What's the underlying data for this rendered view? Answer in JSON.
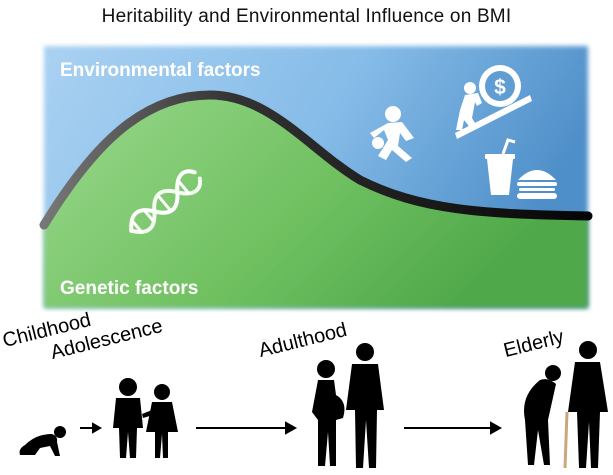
{
  "title": "Heritability and Environmental Influence on BMI",
  "panel": {
    "environmental_label": "Environmental factors",
    "genetic_label": "Genetic factors"
  },
  "stages": [
    {
      "label": "Childhood"
    },
    {
      "label": "Adolescence"
    },
    {
      "label": "Adulthood"
    },
    {
      "label": "Elderly"
    }
  ],
  "colors": {
    "environmental": "#7fb6e6",
    "genetic": "#7fcf6f",
    "curve": "#111111"
  },
  "icons": [
    "dna-icon",
    "soccer-player-icon",
    "money-burden-icon",
    "drink-icon",
    "burger-icon"
  ]
}
